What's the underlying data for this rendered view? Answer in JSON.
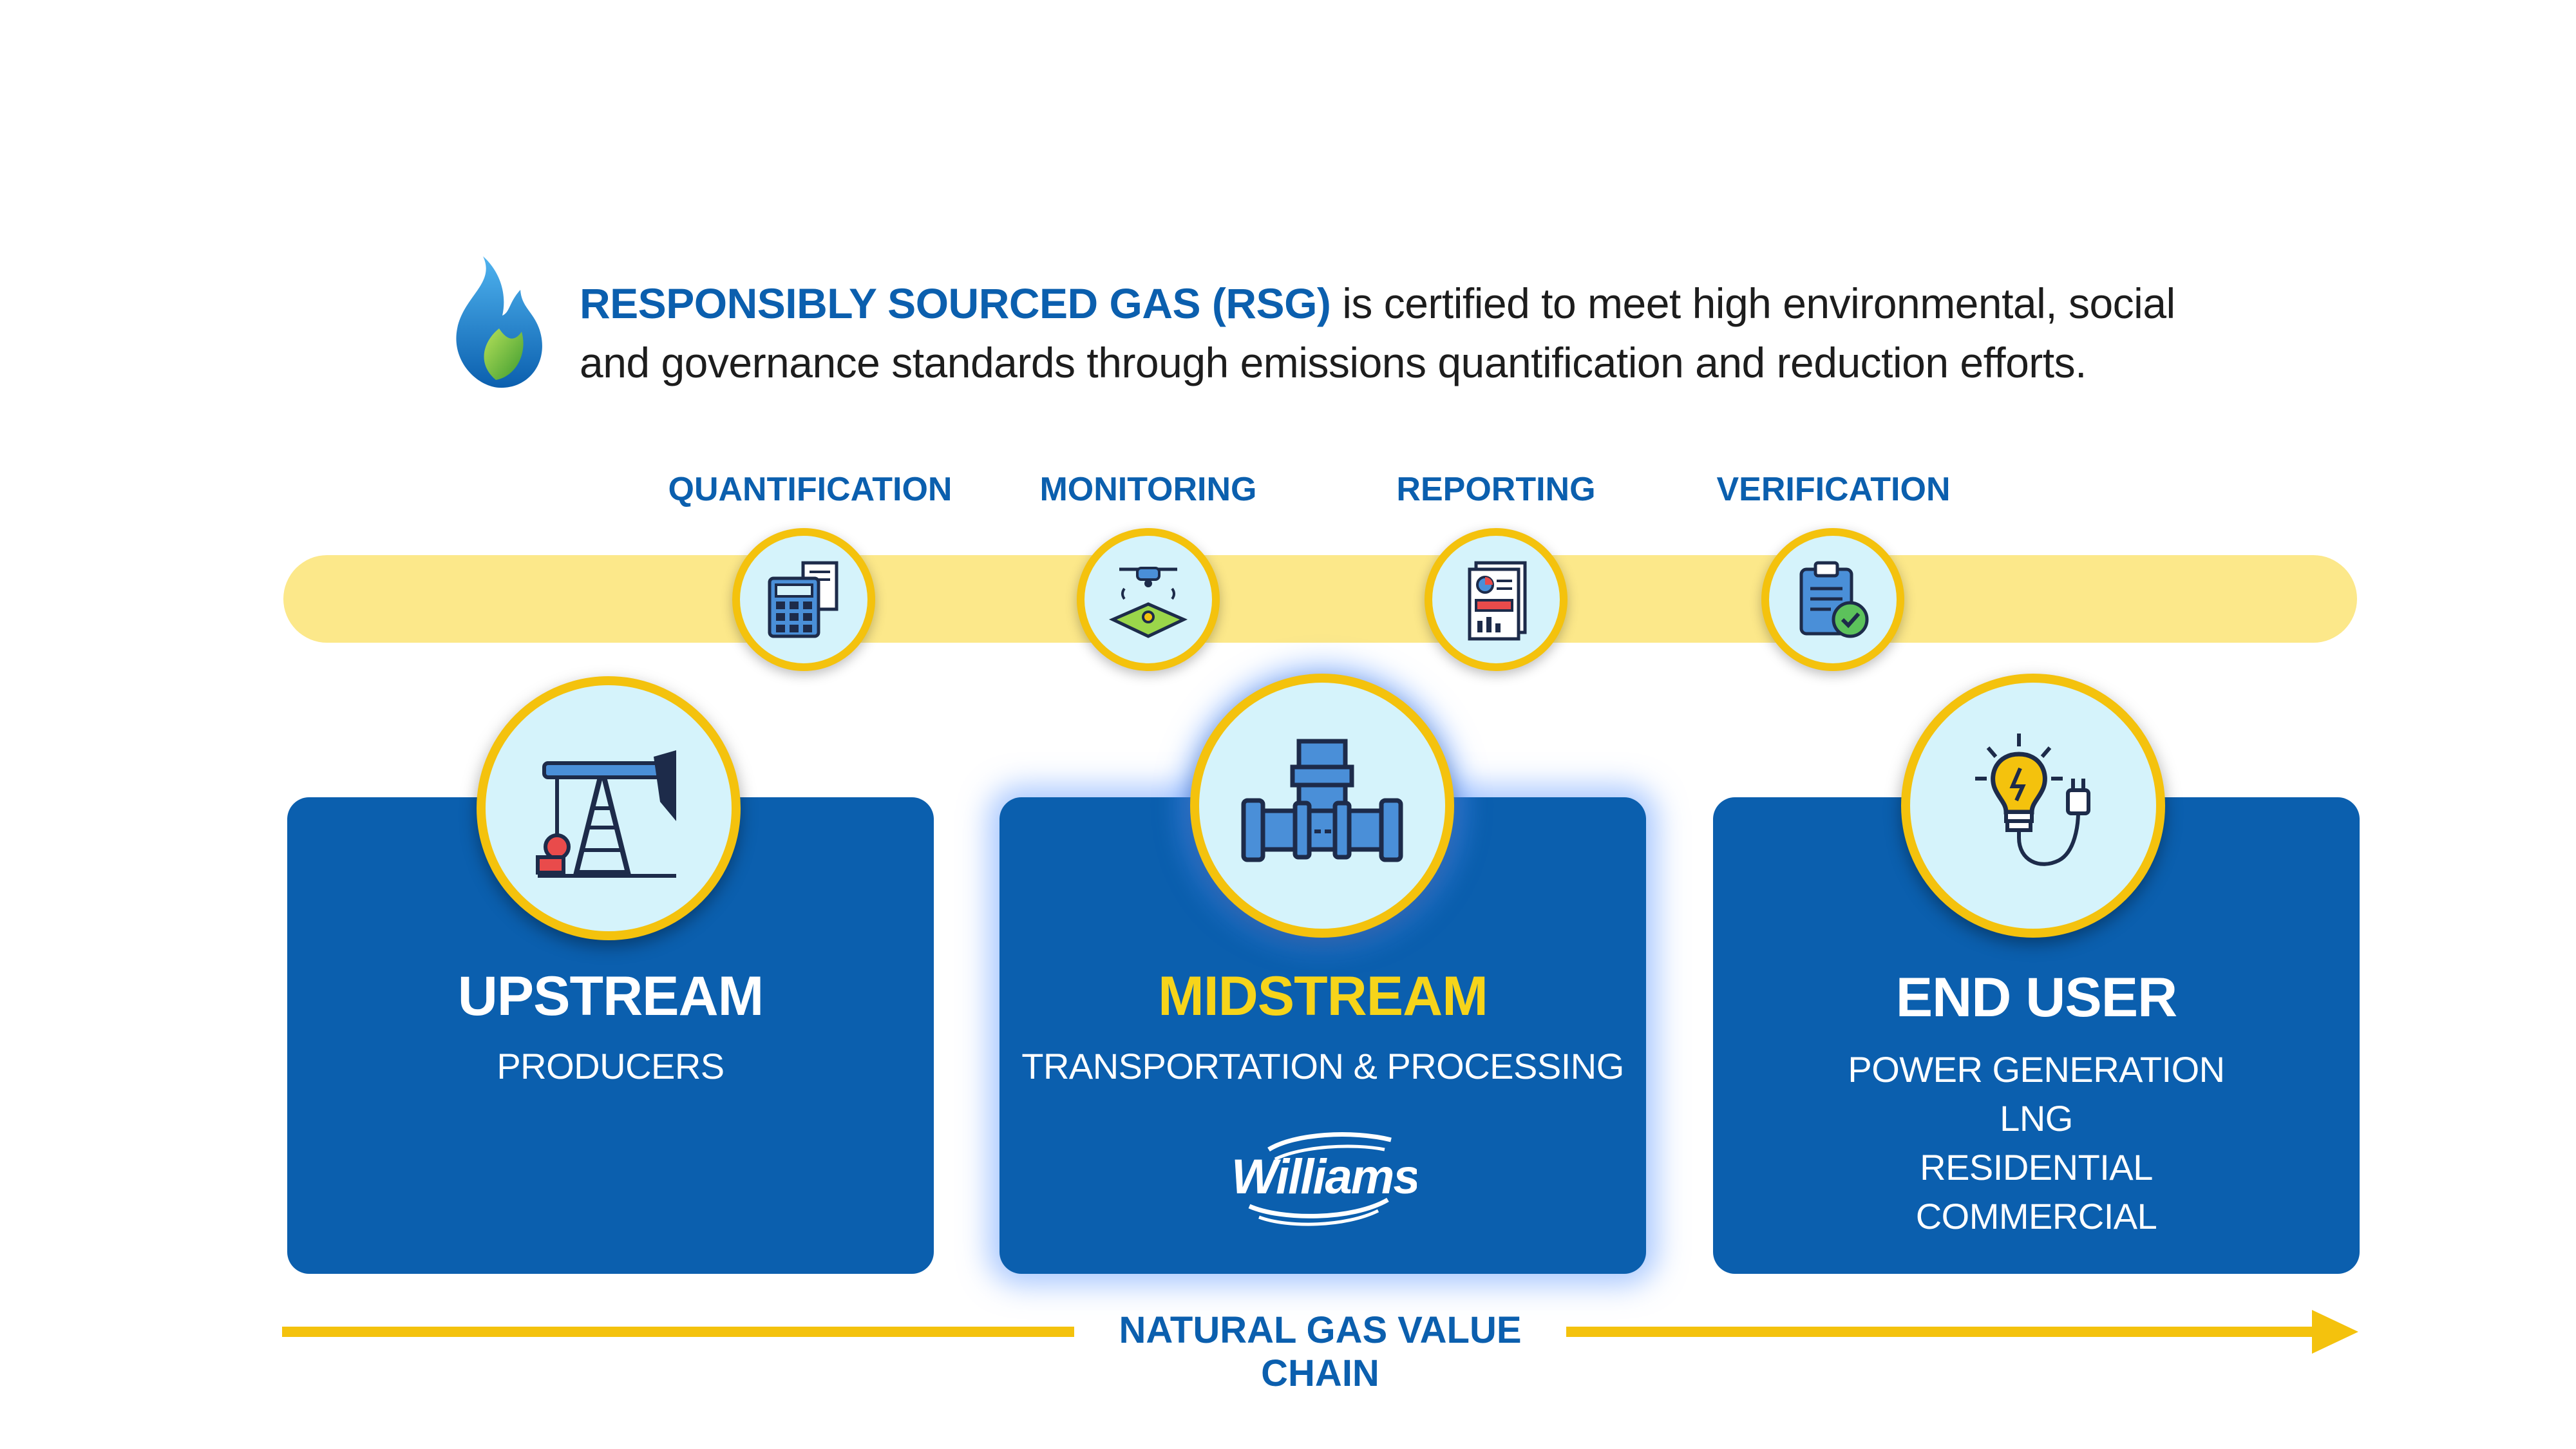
{
  "intro": {
    "lead": "RESPONSIBLY SOURCED GAS (RSG)",
    "rest_line1": " is certified to meet high environmental, social",
    "line2": "and governance standards through emissions quantification and reduction efforts."
  },
  "steps": [
    {
      "label": "QUANTIFICATION",
      "icon": "calculator-icon"
    },
    {
      "label": "MONITORING",
      "icon": "drone-icon"
    },
    {
      "label": "REPORTING",
      "icon": "report-icon"
    },
    {
      "label": "VERIFICATION",
      "icon": "clipboard-check-icon"
    }
  ],
  "stages": [
    {
      "title": "UPSTREAM",
      "subtitle": [
        "PRODUCERS"
      ],
      "icon": "pumpjack-icon"
    },
    {
      "title": "MIDSTREAM",
      "subtitle": [
        "TRANSPORTATION & PROCESSING"
      ],
      "icon": "pipeline-icon",
      "logo": "Williams"
    },
    {
      "title": "END USER",
      "subtitle": [
        "POWER GENERATION",
        "LNG",
        "RESIDENTIAL",
        "COMMERCIAL"
      ],
      "icon": "lightbulb-plug-icon"
    }
  ],
  "value_chain": {
    "label": "NATURAL GAS VALUE CHAIN"
  },
  "colors": {
    "brand_blue": "#0b5fae",
    "accent_yellow": "#f4c20d",
    "track_yellow": "#fce88a",
    "icon_bg": "#d5f3fb",
    "highlight_title": "#f6d41a"
  }
}
